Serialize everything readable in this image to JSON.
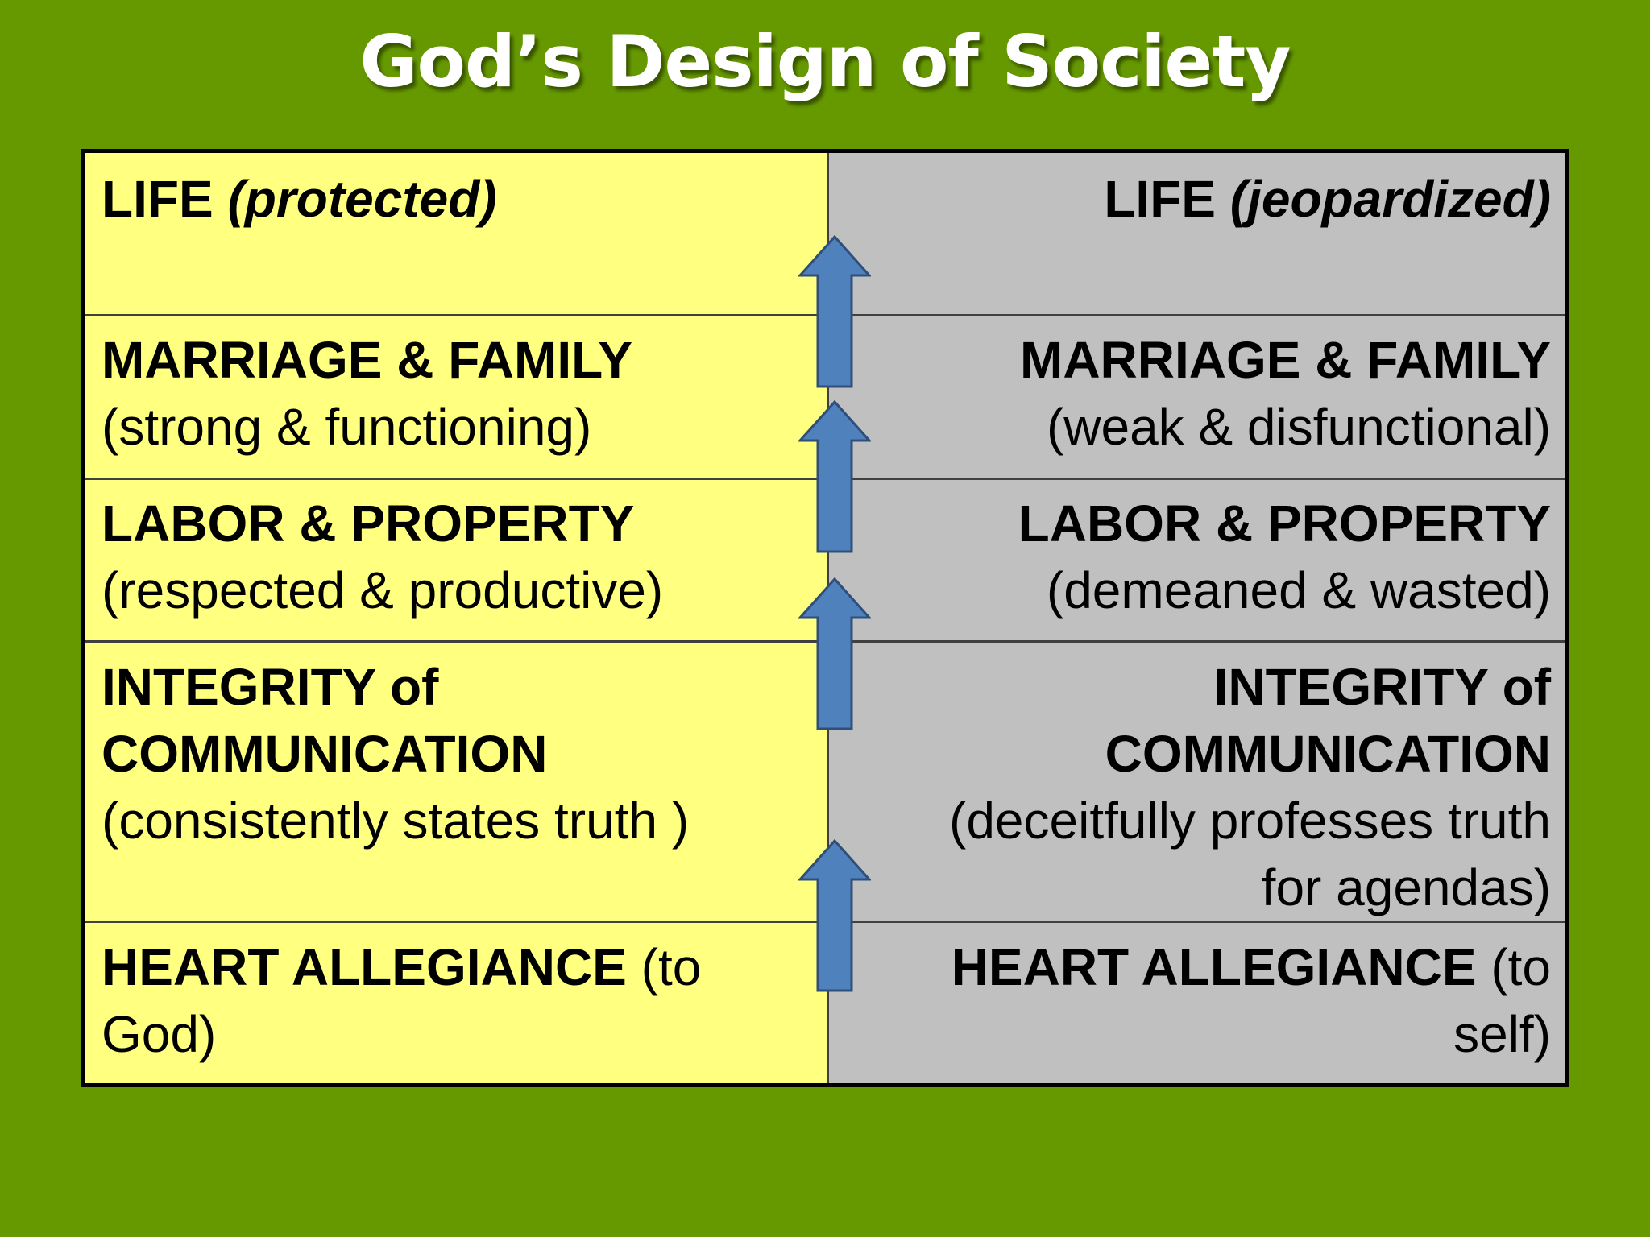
{
  "title": "God’s Design of Society",
  "colors": {
    "background": "#669900",
    "left_column": "#ffff80",
    "right_column": "#c0c0c0",
    "arrow": "#4f81bd"
  },
  "rows": [
    {
      "left": {
        "heading": "LIFE",
        "qualifier": "(protected)"
      },
      "right": {
        "heading": "LIFE",
        "qualifier": "(jeopardized)"
      }
    },
    {
      "left": {
        "heading": "MARRIAGE & FAMILY",
        "qualifier": "(strong & functioning)"
      },
      "right": {
        "heading": "MARRIAGE & FAMILY",
        "qualifier": "(weak & disfunctional)"
      }
    },
    {
      "left": {
        "heading": "LABOR & PROPERTY",
        "qualifier": "(respected & productive)"
      },
      "right": {
        "heading": "LABOR & PROPERTY",
        "qualifier": "(demeaned & wasted)"
      }
    },
    {
      "left": {
        "heading_line1": "INTEGRITY of",
        "heading_line2": "COMMUNICATION",
        "qualifier": "(consistently states truth )"
      },
      "right": {
        "heading_line1": "INTEGRITY of",
        "heading_line2": "COMMUNICATION",
        "qualifier_line1": "(deceitfully professes truth",
        "qualifier_line2": "for agendas)"
      }
    },
    {
      "left": {
        "heading": "HEART ALLEGIANCE",
        "qualifier_part1": "(to",
        "qualifier_part2": "God)"
      },
      "right": {
        "heading": "HEART ALLEGIANCE",
        "qualifier_part1": "(to",
        "qualifier_part2": "self)"
      }
    }
  ],
  "arrow_icon": "up-arrow-icon"
}
